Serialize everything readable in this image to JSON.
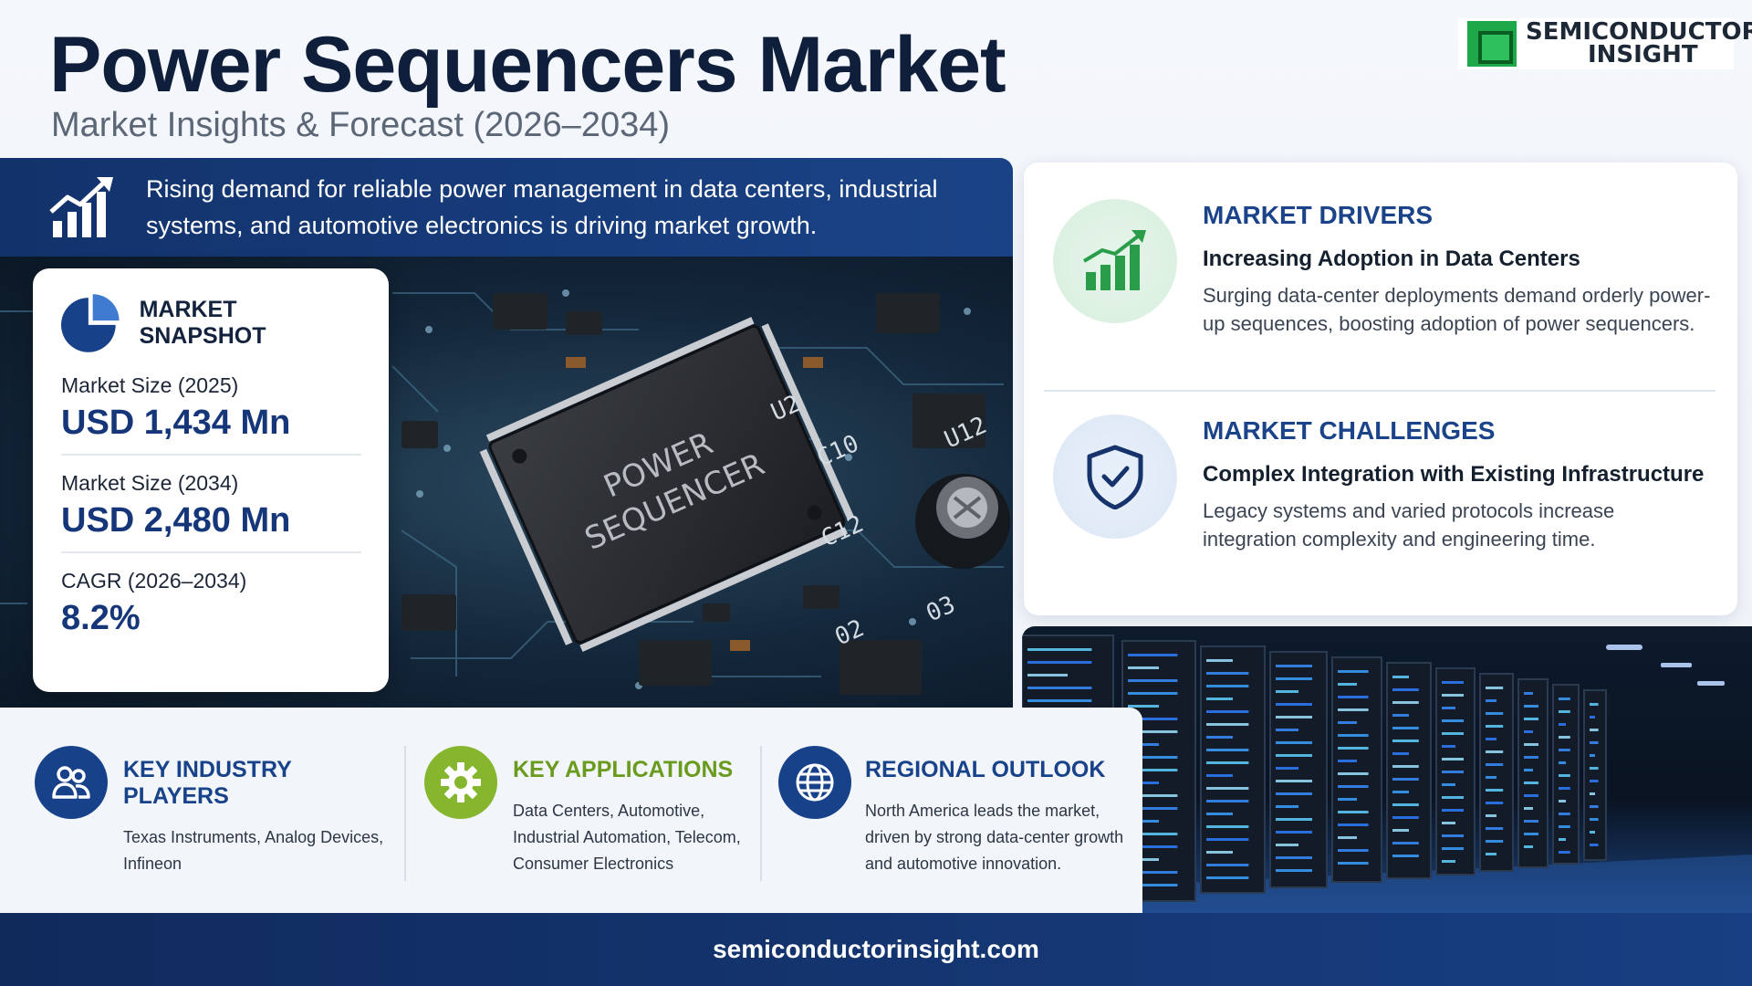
{
  "header": {
    "title": "Power Sequencers Market",
    "subtitle": "Market Insights & Forecast (2026–2034)",
    "brand_line1": "SEMICONDUCTOR",
    "brand_line2": "INSIGHT",
    "brand_icon": "chip-logo-icon",
    "brand_color": "#1fa84a"
  },
  "banner": {
    "icon": "growth-chart-icon",
    "text": "Rising demand for reliable power management in data centers, industrial systems, and automotive electronics is driving market growth."
  },
  "hero": {
    "chip_line1": "POWER",
    "chip_line2": "SEQUENCER",
    "component_labels": [
      "U2",
      "C10",
      "U12",
      "C12",
      "03",
      "02"
    ]
  },
  "snapshot": {
    "icon": "pie-chart-icon",
    "title": "MARKET SNAPSHOT",
    "items": [
      {
        "label": "Market Size (2025)",
        "value": "USD 1,434 Mn"
      },
      {
        "label": "Market Size (2034)",
        "value": "USD 2,480 Mn"
      },
      {
        "label": "CAGR (2026–2034)",
        "value": "8.2%"
      }
    ]
  },
  "drivers": {
    "icon": "bar-growth-icon",
    "heading": "MARKET DRIVERS",
    "subheading": "Increasing Adoption in Data Centers",
    "description": "Surging data-center deployments demand orderly power-up sequences, boosting adoption of power sequencers."
  },
  "challenges": {
    "icon": "shield-check-icon",
    "heading": "MARKET CHALLENGES",
    "subheading": "Complex Integration with Existing Infrastructure",
    "description": "Legacy systems and varied protocols increase integration complexity and engineering time."
  },
  "bottom": [
    {
      "icon": "users-icon",
      "heading": "KEY INDUSTRY PLAYERS",
      "description": "Texas Instruments, Analog Devices, Infineon"
    },
    {
      "icon": "gear-icon",
      "heading": "KEY APPLICATIONS",
      "description": "Data Centers, Automotive, Industrial Automation, Telecom, Consumer Electronics"
    },
    {
      "icon": "globe-icon",
      "heading": "REGIONAL OUTLOOK",
      "description": "North America leads the market, driven by strong data-center growth and automotive innovation."
    }
  ],
  "footer": {
    "url": "semiconductorinsight.com"
  },
  "colors": {
    "navy": "#17428a",
    "dark_navy": "#12326b",
    "green": "#2a9d4b",
    "lime": "#86b52e",
    "value_blue": "#16367a"
  }
}
